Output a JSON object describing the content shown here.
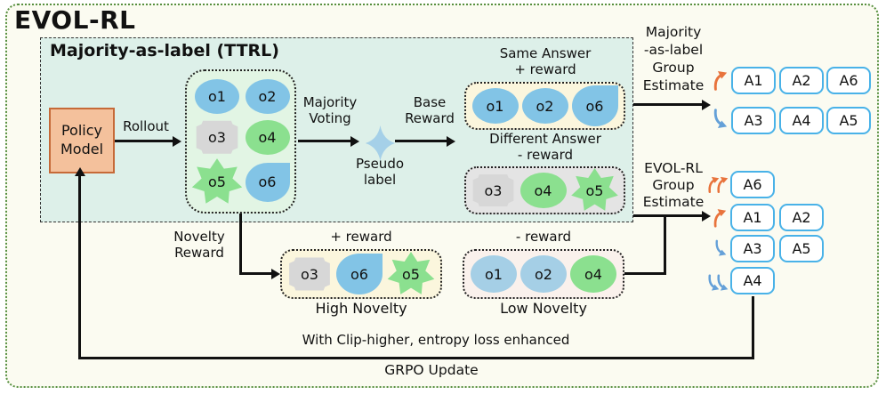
{
  "title": "EVOL-RL",
  "ttrl": {
    "title": "Majority-as-label (TTRL)"
  },
  "policy": {
    "label": "Policy\nModel"
  },
  "labels": {
    "rollout": "Rollout",
    "majority_voting": "Majority\nVoting",
    "pseudo_label": "Pseudo\nlabel",
    "base_reward": "Base\nReward",
    "same_answer": "Same Answer\n+ reward",
    "different_answer": "Different Answer\n- reward",
    "novelty_reward": "Novelty\nReward",
    "plus_reward": "+ reward",
    "minus_reward": "- reward",
    "high_novelty": "High Novelty",
    "low_novelty": "Low Novelty",
    "majority_group": "Majority\n-as-label\nGroup\nEstimate",
    "evol_group": "EVOL-RL\nGroup\nEstimate",
    "clip_higher": "With Clip-higher, entropy loss enhanced",
    "grpo": "GRPO Update"
  },
  "rollouts": {
    "rollout_box": [
      "o1",
      "o2",
      "o3",
      "o4",
      "o5",
      "o6"
    ],
    "same_answer_box": [
      "o1",
      "o2",
      "o6"
    ],
    "different_answer_box": [
      "o3",
      "o4",
      "o5"
    ],
    "high_novelty_box": [
      "o3",
      "o6",
      "o5"
    ],
    "low_novelty_box": [
      "o1",
      "o2",
      "o4"
    ]
  },
  "answers": {
    "majority_up": [
      "A1",
      "A2",
      "A6"
    ],
    "majority_down": [
      "A3",
      "A4",
      "A5"
    ],
    "evol_rows": [
      {
        "arrow": "double-up",
        "items": [
          "A6"
        ]
      },
      {
        "arrow": "up",
        "items": [
          "A1",
          "A2"
        ]
      },
      {
        "arrow": "down",
        "items": [
          "A3",
          "A5"
        ]
      },
      {
        "arrow": "double-down",
        "items": [
          "A4"
        ]
      }
    ]
  },
  "colors": {
    "accent_orange": "#e8733c",
    "accent_blue": "#64a0d8",
    "shape_blue": "#82c4e6",
    "shape_blue_light": "#a5cfe6",
    "shape_green": "#8be08f",
    "shape_gray": "#d7d7d7",
    "answer_box_border": "#49b2e8",
    "policy_fill": "#f4c19c",
    "policy_border": "#c66a38",
    "outer_border": "#568f3f",
    "ttrl_bg": "#ddf0e9",
    "star_blue": "#a5d0e8"
  }
}
